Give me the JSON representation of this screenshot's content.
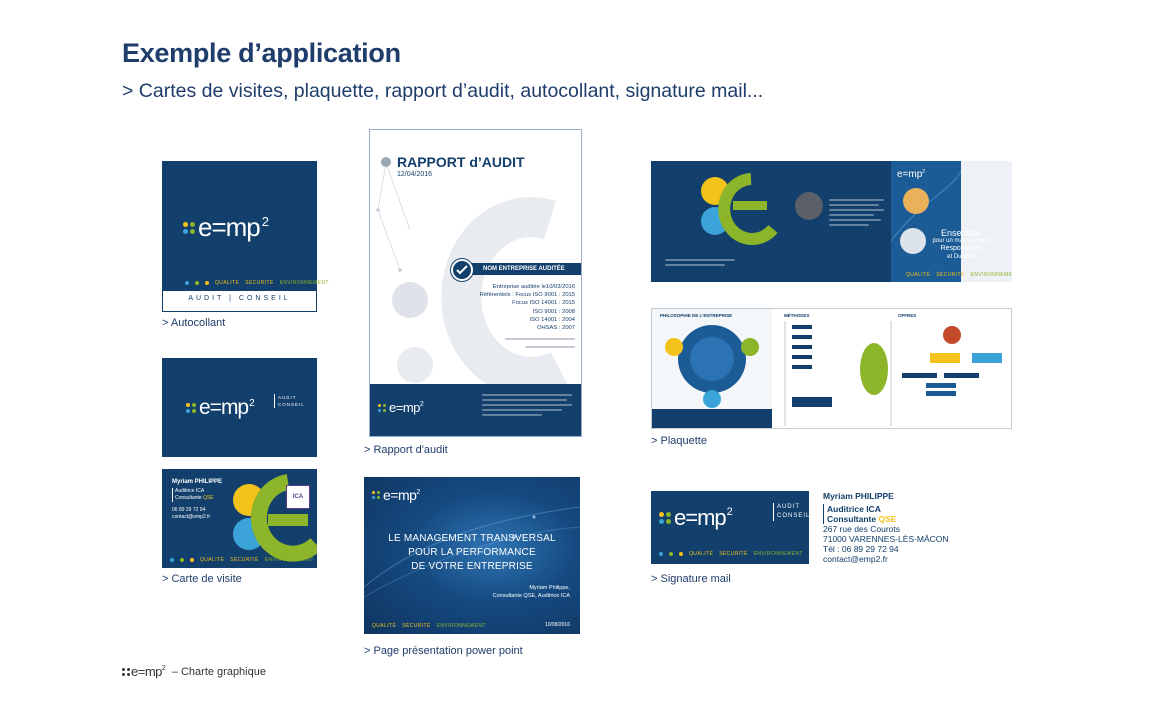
{
  "header": {
    "title": "Exemple d’application",
    "subtitle": "> Cartes de visites, plaquette, rapport d’audit, autocollant, signature mail..."
  },
  "colors": {
    "navy": "#123f6b",
    "yellow": "#f3c21b",
    "green": "#8cb52a",
    "blue": "#3ba3d8",
    "title": "#1f3d6b"
  },
  "logo": {
    "text": "e=mp",
    "sup": "2"
  },
  "qse": {
    "q": "QUALITÉ",
    "s": "SÉCURITÉ",
    "e": "ENVIRONNEMENT"
  },
  "autocollant": {
    "audit": "AUDIT",
    "conseil": "CONSEIL",
    "caption": "> Autocollant"
  },
  "carte": {
    "audit": "AUDIT",
    "conseil": "CONSEIL",
    "name": "Myriam PHILIPPE",
    "role1": "Auditrice ICA",
    "role2": "Consultante",
    "role2_qse": "QSE",
    "phone": "06 89 29 72 94",
    "email": "contact@emp2.fr",
    "ica": "ICA",
    "caption": "> Carte de visite"
  },
  "rapport": {
    "title": "RAPPORT d’AUDIT",
    "date": "12/04/2016",
    "company": "NOM ENTREPRISE AUDITÉE",
    "lines": [
      "Entreprise auditée le10/03/2016",
      "Référentiels : Focus ISO 9001 : 2015",
      "Focus ISO 14001 : 2015",
      "ISO 9001 : 2008",
      "ISO 14001 : 2004",
      "OHSAS : 2007"
    ],
    "caption": "> Rapport d'audit"
  },
  "powerpoint": {
    "headline1": "LE MANAGEMENT TRANSVERSAL",
    "headline2": "POUR LA PERFORMANCE",
    "headline3": "DE VOTRE ENTREPRISE",
    "author": "Myriam Philippe,",
    "author2": "Consultante QSE, Auditrice ICA",
    "date": "10/08/2016",
    "caption": "> Page présentation power point"
  },
  "plaquette": {
    "slogan1": "Ensemble",
    "slogan2": "pour un management",
    "slogan3": "Responsable",
    "slogan4": "et Durable",
    "section1": "PHILOSOPHIE DE L'ENTREPRISE",
    "section2": "MÉTHODES",
    "section3": "OFFRES",
    "caption": "> Plaquette"
  },
  "signature": {
    "name": "Myriam PHILIPPE",
    "role1": "Auditrice ICA",
    "role2": "Consultante",
    "role2_qse": "QSE",
    "address1": "267 rue des Courots",
    "address2": "71000 VARENNES-LÈS-MÂCON",
    "phone": "Tél : 06 89 29 72 94",
    "email": "contact@emp2.fr",
    "audit": "AUDIT",
    "conseil": "CONSEIL",
    "caption": "> Signature mail"
  },
  "footer": {
    "text": "– Charte graphique"
  }
}
